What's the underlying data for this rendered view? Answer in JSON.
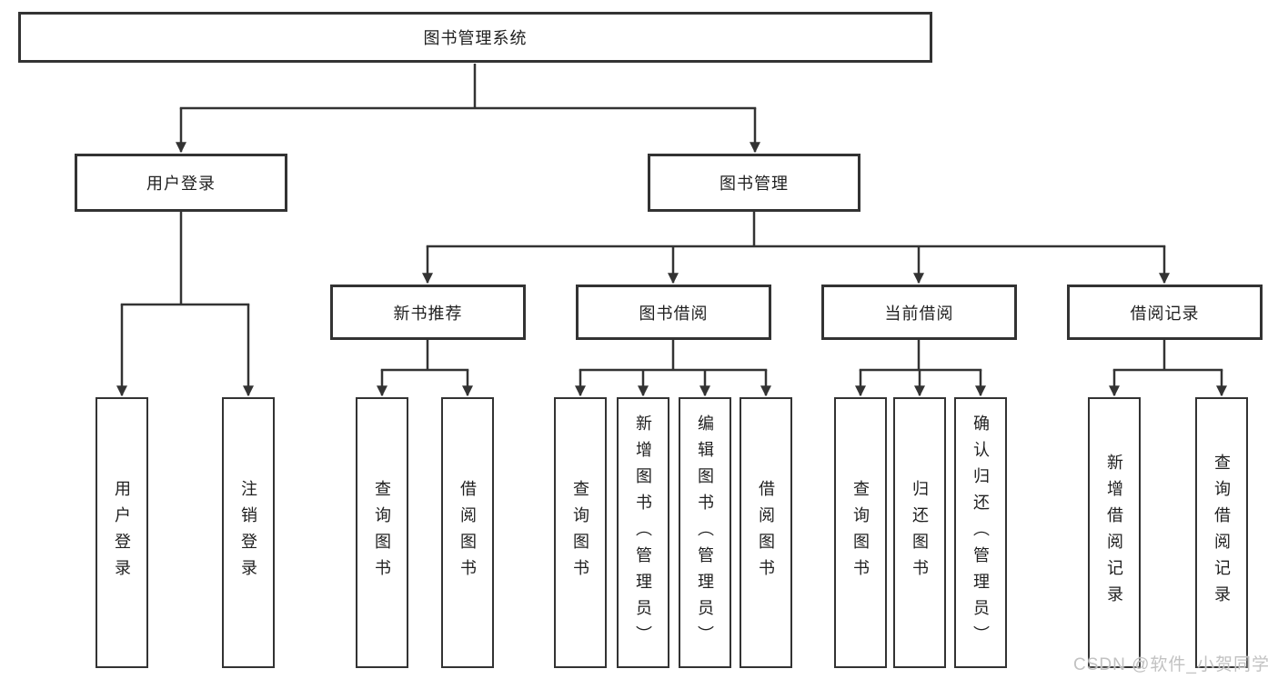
{
  "diagram": {
    "root": {
      "label": "图书管理系统",
      "children": [
        {
          "label": "用户登录",
          "children": [
            {
              "label": "用户登录"
            },
            {
              "label": "注销登录"
            }
          ]
        },
        {
          "label": "图书管理",
          "children": [
            {
              "label": "新书推荐",
              "children": [
                {
                  "label": "查询图书"
                },
                {
                  "label": "借阅图书"
                }
              ]
            },
            {
              "label": "图书借阅",
              "children": [
                {
                  "label": "查询图书"
                },
                {
                  "label": "新增图书（管理员）"
                },
                {
                  "label": "编辑图书（管理员）"
                },
                {
                  "label": "借阅图书"
                }
              ]
            },
            {
              "label": "当前借阅",
              "children": [
                {
                  "label": "查询图书"
                },
                {
                  "label": "归还图书"
                },
                {
                  "label": "确认归还（管理员）"
                }
              ]
            },
            {
              "label": "借阅记录",
              "children": [
                {
                  "label": "新增借阅记录"
                },
                {
                  "label": "查询借阅记录"
                }
              ]
            }
          ]
        }
      ]
    }
  },
  "watermark": {
    "text": "CSDN @软件_小贺同学"
  },
  "colors": {
    "line": "#333333",
    "box_border": "#333333",
    "text": "#1f1f1f",
    "watermark": "#c2c2c2",
    "background": "#ffffff"
  }
}
